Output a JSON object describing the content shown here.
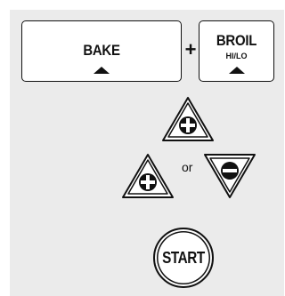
{
  "keys": {
    "bake_label": "BAKE",
    "broil_label": "BROIL",
    "broil_sub": "HI/LO",
    "plus": "+",
    "or": "or",
    "start_label": "START"
  },
  "icons": {
    "up_arrow": "plus-triangle-up-icon",
    "down_arrow": "minus-triangle-down-icon"
  },
  "colors": {
    "panel_bg": "#ebebeb",
    "key_fill": "#ffffff",
    "ink": "#111111"
  }
}
